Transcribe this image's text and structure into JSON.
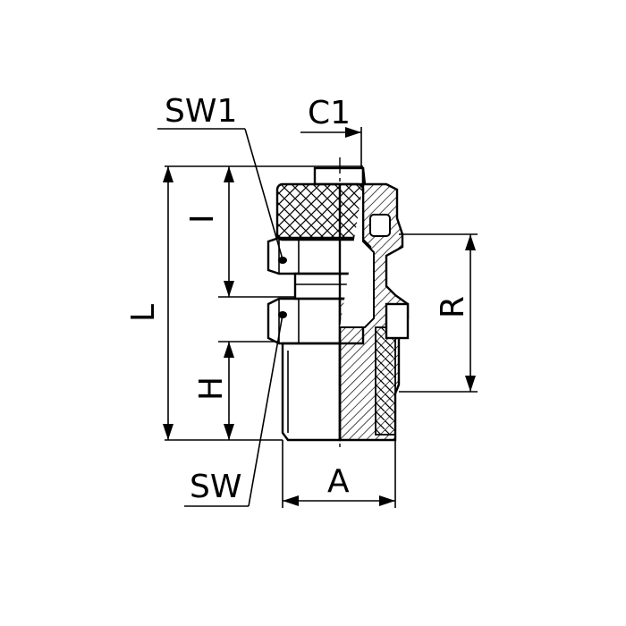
{
  "labels": {
    "sw1": "SW1",
    "c1": "C1",
    "i": "I",
    "l": "L",
    "r": "R",
    "h": "H",
    "sw": "SW",
    "a": "A"
  },
  "colors": {
    "line": "#000000",
    "background": "#ffffff"
  }
}
